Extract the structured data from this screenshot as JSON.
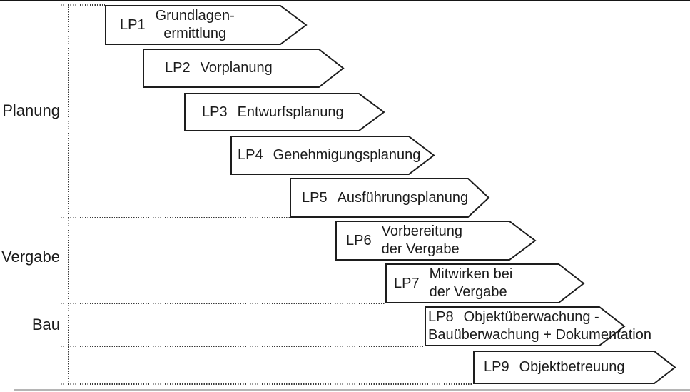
{
  "rows": [
    {
      "label": "Planung"
    },
    {
      "label": "Vergabe"
    },
    {
      "label": "Bau"
    }
  ],
  "phases": [
    {
      "id": "LP1",
      "lines": [
        "Grundlagen-",
        "ermittlung"
      ]
    },
    {
      "id": "LP2",
      "lines": [
        "Vorplanung"
      ]
    },
    {
      "id": "LP3",
      "lines": [
        "Entwurfsplanung"
      ]
    },
    {
      "id": "LP4",
      "lines": [
        "Genehmigungsplanung"
      ]
    },
    {
      "id": "LP5",
      "lines": [
        "Ausführungsplanung"
      ]
    },
    {
      "id": "LP6",
      "lines": [
        "Vorbereitung",
        "der Vergabe"
      ]
    },
    {
      "id": "LP7",
      "lines": [
        "Mitwirken bei",
        "der Vergabe"
      ]
    },
    {
      "id": "LP8",
      "lines": [
        "Objektüberwachung -",
        "Bauüberwachung + Dokumentation"
      ]
    },
    {
      "id": "LP9",
      "lines": [
        "Objektbetreuung"
      ]
    }
  ],
  "colors": {
    "arrow_fill": "#ffffff",
    "line": "#1d1d1d",
    "top_rule": "#161616",
    "bottom_rule": "#b5b5b5"
  }
}
